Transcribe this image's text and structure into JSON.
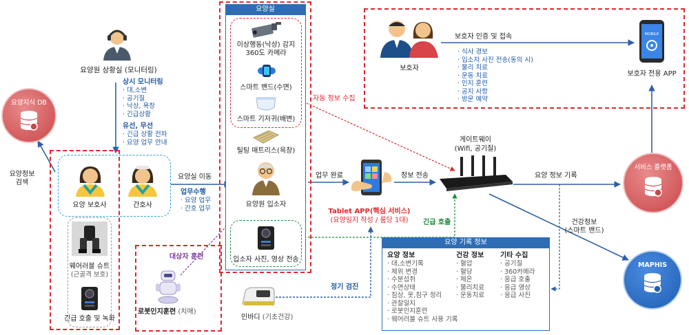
{
  "monitoring": {
    "title": "요양원 상황실 (모니터링)",
    "always_title": "상시 모니터링",
    "always_items": [
      "· 대,소변",
      "· 공기질",
      "· 낙상, 욕창",
      "· 긴급상황"
    ],
    "wired_title": "유선, 무선",
    "wired_items": [
      "· 긴급 상황 전파",
      "· 요양 업무 안내"
    ]
  },
  "knowledge_db": {
    "label": "요양지식 DB"
  },
  "retrieval": {
    "label1": "요양정보",
    "label2": "검색"
  },
  "staff": {
    "caregiver": "요양 보호사",
    "nurse": "간호사",
    "wearable1": "웨어러블 슈트",
    "wearable2": "(근골격 보호)",
    "emergency": "긴급 호출 및 녹화"
  },
  "room_move": "요양실 이동",
  "duty": {
    "title": "업무수행",
    "items": [
      "· 요양 업무",
      "· 간호 업무"
    ]
  },
  "care_room": {
    "title": "요양실",
    "camera1": "이상행동(낙상) 감지",
    "camera2": "360도 카메라",
    "band": "스마트 밴드(수면)",
    "diaper": "스마트 기저귀(배변)",
    "mattress": "틸팅 매트리스(욕창)",
    "resident": "요양원 입소자",
    "photo": "입소자 사진, 영상 전송"
  },
  "auto_collect": "자동 정보 수집",
  "robot": {
    "training_label": "대상자 훈련",
    "name": "로봇인지훈련",
    "paren": "(치매)"
  },
  "inbody": {
    "name": "인바디",
    "paren": "(기초건강)"
  },
  "regular_check": "정기 검진",
  "tablet": {
    "work_done": "업무 완료",
    "app_title": "Tablet APP(핵심 서비스)",
    "app_sub": "(요양일지 작성 / 룸당 1대)"
  },
  "send_info": "정보 전송",
  "emergency_call": "긴급 호출",
  "gateway": {
    "title": "게이트웨이",
    "sub": "(Wifi, 공기질)"
  },
  "guardian": {
    "label": "보호자",
    "auth": "보호자 인증 및 접속",
    "items": [
      "· 식사 경보",
      "· 입소자 사진 전송(동의 시)",
      "· 물리 치료",
      "· 운동 치료",
      "· 인지 훈련",
      "· 공지 사항",
      "· 방문 예약"
    ],
    "app_label": "보호자 전용 APP",
    "phone_text": "MOBILE"
  },
  "service_platform": {
    "label": "서비스 플랫폼"
  },
  "care_info_record": "요양 정보 기록",
  "health_info": {
    "line1": "건강정보",
    "line2": "(스마트 밴드)"
  },
  "maphis": {
    "label": "MAPHIS"
  },
  "record": {
    "header": "요양 기록 정보",
    "col1_title": "요양 정보",
    "col1_items": [
      "· 대,소변기록",
      "· 체위 변경",
      "· 수분섭취",
      "· 수면상태",
      "· 침상, 옷,침구 정리",
      "· 관찰일지",
      "· 로봇인지훈련",
      "· 웨어러블 슈트 사용 기록"
    ],
    "col2_title": "건강 정보",
    "col2_items": [
      "· 혈압",
      "· 혈당",
      "· 체온",
      "· 물리치료",
      "· 운동치료"
    ],
    "col3_title": "기타 수집",
    "col3_items": [
      "· 공기질",
      "· 360카메라",
      "· 응급 호출",
      "· 응급 영상",
      "· 응급 사진"
    ]
  },
  "colors": {
    "red_dash": "#e0262b",
    "blue": "#1f5aa6",
    "circle_red": "#d9585a",
    "circle_blue": "#1e5fb3",
    "header_blue": "#2e6db4"
  }
}
